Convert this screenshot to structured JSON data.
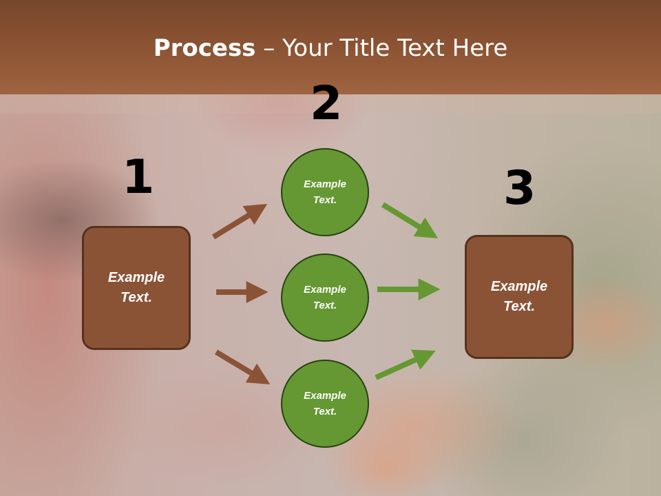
{
  "slide": {
    "title_bold": "Process",
    "title_rest": " – Your Title Text Here"
  },
  "steps": {
    "n1": "1",
    "n2": "2",
    "n3": "3"
  },
  "left_box": {
    "label": "Example\nText."
  },
  "circles": [
    {
      "label": "Example\nText."
    },
    {
      "label": "Example\nText."
    },
    {
      "label": "Example\nText."
    }
  ],
  "right_box": {
    "label": "Example\nText."
  },
  "colors": {
    "title_band": "#8a5232",
    "box_fill": "#8b5336",
    "circle_fill": "#659833",
    "brown_arrow": "#8b5336",
    "green_arrow": "#659833"
  }
}
